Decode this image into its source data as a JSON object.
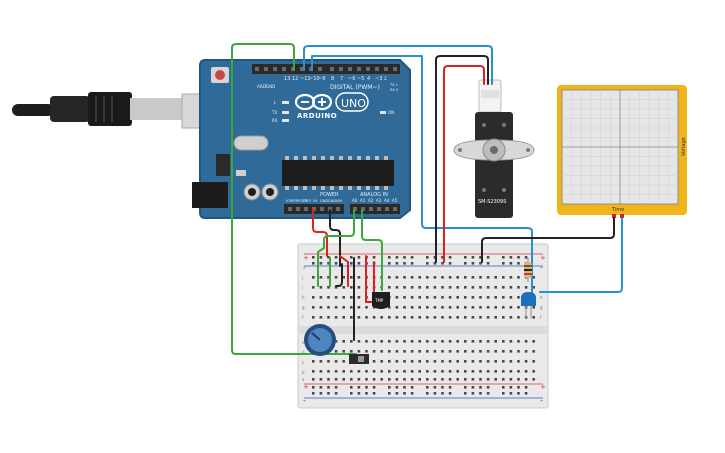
{
  "board": {
    "header_digital": "DIGITAL (PWM~)",
    "brand_text": "ARDUINO",
    "model_text": "UNO",
    "header_power": "POWER",
    "header_analog": "ANALOG IN",
    "top_pin_labels": [
      "AREF",
      "GND",
      "13",
      "12",
      "~11",
      "~10",
      "~9",
      "8",
      "7",
      "~6",
      "~5",
      "4",
      "~3",
      "2",
      "TX 1",
      "RX 0"
    ],
    "power_pin_labels": [
      "IOREF",
      "RESET",
      "3V3",
      "5V",
      "GND",
      "GND",
      "VIN"
    ],
    "analog_pin_labels": [
      "A0",
      "A1",
      "A2",
      "A3",
      "A4",
      "A5"
    ],
    "led_labels": [
      "L",
      "TX",
      "RX"
    ],
    "on_label": "ON",
    "ic_label": "",
    "colors": {
      "pcb": "#2f6a98",
      "pcb_dark": "#21557e",
      "header": "#2a2a2a"
    }
  },
  "servo": {
    "label": "SM-S2309S"
  },
  "sensor": {
    "label": "TMP"
  },
  "oscilloscope": {
    "x_label": "Time",
    "y_label": "Voltage",
    "frame_color": "#f1b51c"
  },
  "breadboard": {
    "columns": 30,
    "row_letters_top": [
      "j",
      "i",
      "h",
      "g",
      "f"
    ],
    "row_letters_bottom": [
      "e",
      "d",
      "c",
      "b",
      "a"
    ],
    "plus": "+",
    "minus": "-"
  },
  "wire_colors": {
    "green": "#3aa83a",
    "blue": "#2a8fd0",
    "red": "#e02020",
    "black": "#222222"
  },
  "icons": [
    "usb-plug-icon",
    "potentiometer-knob-icon",
    "slide-switch-icon",
    "led-icon",
    "resistor-icon"
  ]
}
